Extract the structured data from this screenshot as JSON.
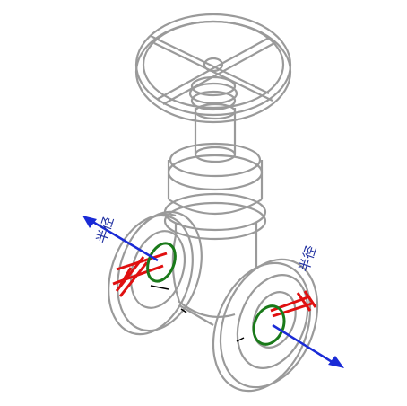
{
  "annotations": {
    "radius_left": "半径",
    "radius_right": "半径"
  },
  "colors": {
    "body_outline": "#9a9a9a",
    "radius_marker": "#e01010",
    "axis_arrow": "#1a2bd6",
    "port_circle": "#1a7a1a",
    "label_text": "#1f2fa0",
    "centerline": "#000000"
  },
  "icons": [
    "handwheel",
    "valve-body",
    "flange-left",
    "flange-right"
  ]
}
